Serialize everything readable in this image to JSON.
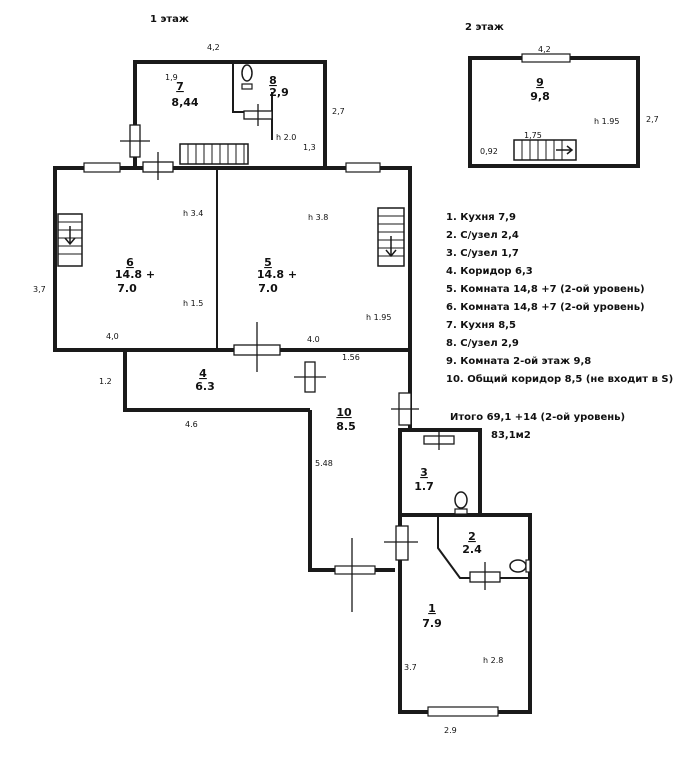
{
  "headers": {
    "floor1": "1 этаж",
    "floor2": "2 этаж"
  },
  "rooms": {
    "r7": {
      "num": "7",
      "area": "8,44"
    },
    "r8": {
      "num": "8",
      "area": "2,9"
    },
    "r6": {
      "num": "6",
      "area1": "14.8 +",
      "area2": "7.0"
    },
    "r5": {
      "num": "5",
      "area1": "14.8 +",
      "area2": "7.0"
    },
    "r4": {
      "num": "4",
      "area": "6.3"
    },
    "r10": {
      "num": "10",
      "area": "8.5"
    },
    "r3": {
      "num": "3",
      "area": "1.7"
    },
    "r2": {
      "num": "2",
      "area": "2.4"
    },
    "r1": {
      "num": "1",
      "area": "7.9"
    },
    "r9": {
      "num": "9",
      "area": "9,8"
    }
  },
  "dims": {
    "d42_f1": "4,2",
    "d19": "1,9",
    "d27_f1": "2,7",
    "dh20": "h 2.0",
    "d13": "1,3",
    "dh34": "h 3.4",
    "dh38": "h 3.8",
    "d37_left": "3,7",
    "dh15": "h 1.5",
    "d40_left": "4,0",
    "d40_right": "4.0",
    "dh195_f1": "h 1.95",
    "d156": "1.56",
    "d12": "1.2",
    "d46": "4.6",
    "d548": "5.48",
    "d37_bottom": "3.7",
    "dh28": "h 2.8",
    "d29": "2.9",
    "d42_f2": "4,2",
    "d27_f2": "2,7",
    "dh195_f2": "h 1.95",
    "d175": "1,75",
    "d092": "0,92"
  },
  "legend": [
    "1. Кухня   7,9",
    "2. С/узел  2,4",
    "3. С/узел  1,7",
    "4. Коридор 6,3",
    "5. Комната  14,8 +7 (2-ой уровень)",
    "6. Комната  14,8 +7 (2-ой уровень)",
    "7. Кухня  8,5",
    "8. С/узел 2,9",
    "9. Комната 2-ой этаж 9,8",
    "10. Общий коридор 8,5 (не входит в S)"
  ],
  "totals": {
    "line1": "Итого 69,1 +14 (2-ой уровень)",
    "line2": "83,1м2"
  }
}
